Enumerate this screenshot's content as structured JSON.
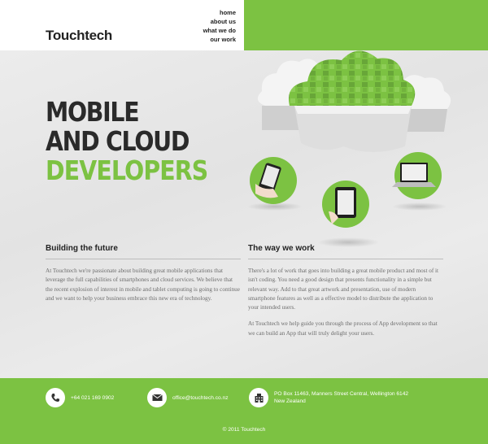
{
  "brand": {
    "logo": "Touchtech",
    "accent": "#7cc242"
  },
  "nav": {
    "items": [
      {
        "label": "home"
      },
      {
        "label": "about us"
      },
      {
        "label": "what we do"
      },
      {
        "label": "our work"
      }
    ]
  },
  "hero": {
    "line1": "MOBILE",
    "line2": "AND CLOUD",
    "line3": "DEVELOPERS"
  },
  "illustration": {
    "icons": [
      "cloud-icon",
      "smartphone-icon",
      "tablet-icon",
      "laptop-icon"
    ]
  },
  "sections": {
    "left": {
      "title": "Building the future",
      "paragraphs": [
        "At Touchtech we're passionate about building great mobile applications that leverage the full capabilities of smartphones and cloud services. We believe that the recent explosion of interest in mobile and tablet computing is going to continue and we want to help your business embrace this new era of technology."
      ]
    },
    "right": {
      "title": "The way we work",
      "paragraphs": [
        "There's a lot of work that goes into building a great mobile product and most of it isn't coding. You need a good design that presents functionality in a simple but relevant way. Add to that great artwork and presentation, use of modern smartphone features as well as a effective model to distribute the application to your intended users.",
        "At Touchtech we help guide you through the process of App development so that we can build an App that will truly delight your users."
      ]
    }
  },
  "footer": {
    "phone": "+64 021 169 0902",
    "email": "office@touchtech.co.nz",
    "address_line1": "PO Box 11463, Manners Street Central, Wellington 6142",
    "address_line2": "New Zealand",
    "copyright": "© 2011 Touchtech"
  }
}
